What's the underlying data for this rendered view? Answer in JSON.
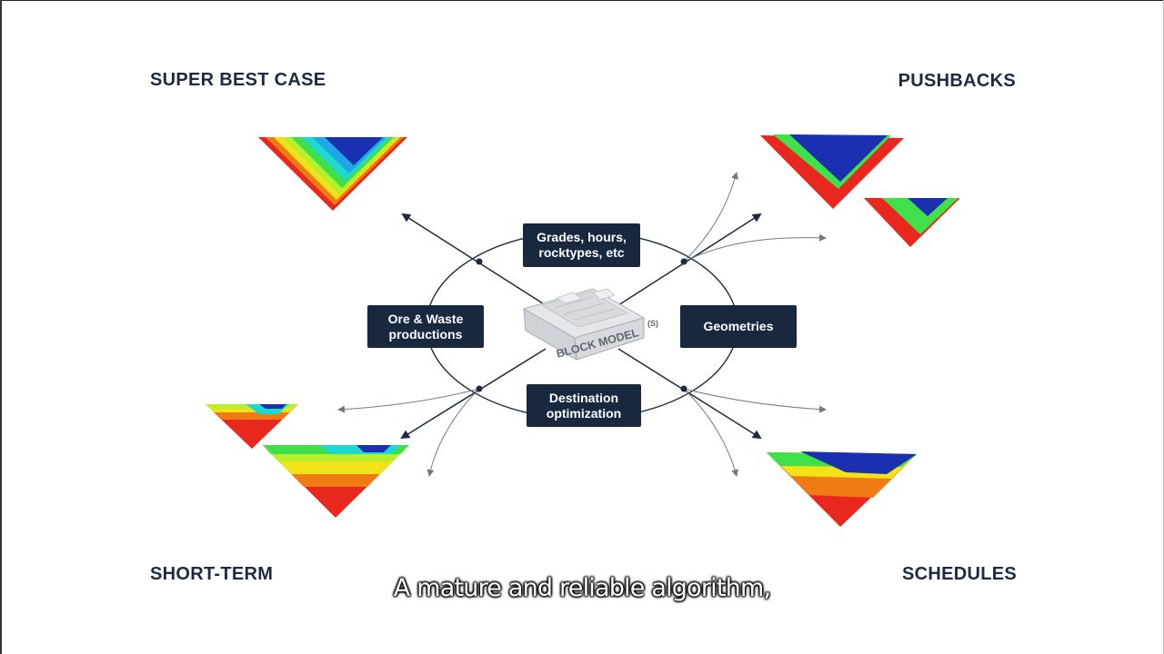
{
  "corners": {
    "top_left": "SUPER BEST CASE",
    "top_right": "PUSHBACKS",
    "bottom_left": "SHORT-TERM",
    "bottom_right": "SCHEDULES"
  },
  "center": {
    "block_model_label": "BLOCK MODEL",
    "block_model_suffix": "(S)"
  },
  "boxes": {
    "grades": "Grades, hours,\nrocktypes, etc",
    "ore_waste": "Ore & Waste\nproductions",
    "geometries": "Geometries",
    "destination": "Destination\noptimization"
  },
  "subtitle": "A mature and reliable algorithm,",
  "colors": {
    "navy": "#17283f",
    "title_text": "#1c2b3f",
    "red": "#e8281e",
    "orange": "#f07a14",
    "yellow": "#f2e21a",
    "light_green": "#b8ef2a",
    "green": "#3fe04a",
    "cyan": "#1fd8d0",
    "sky": "#1ea8e8",
    "blue": "#1a30b0"
  }
}
